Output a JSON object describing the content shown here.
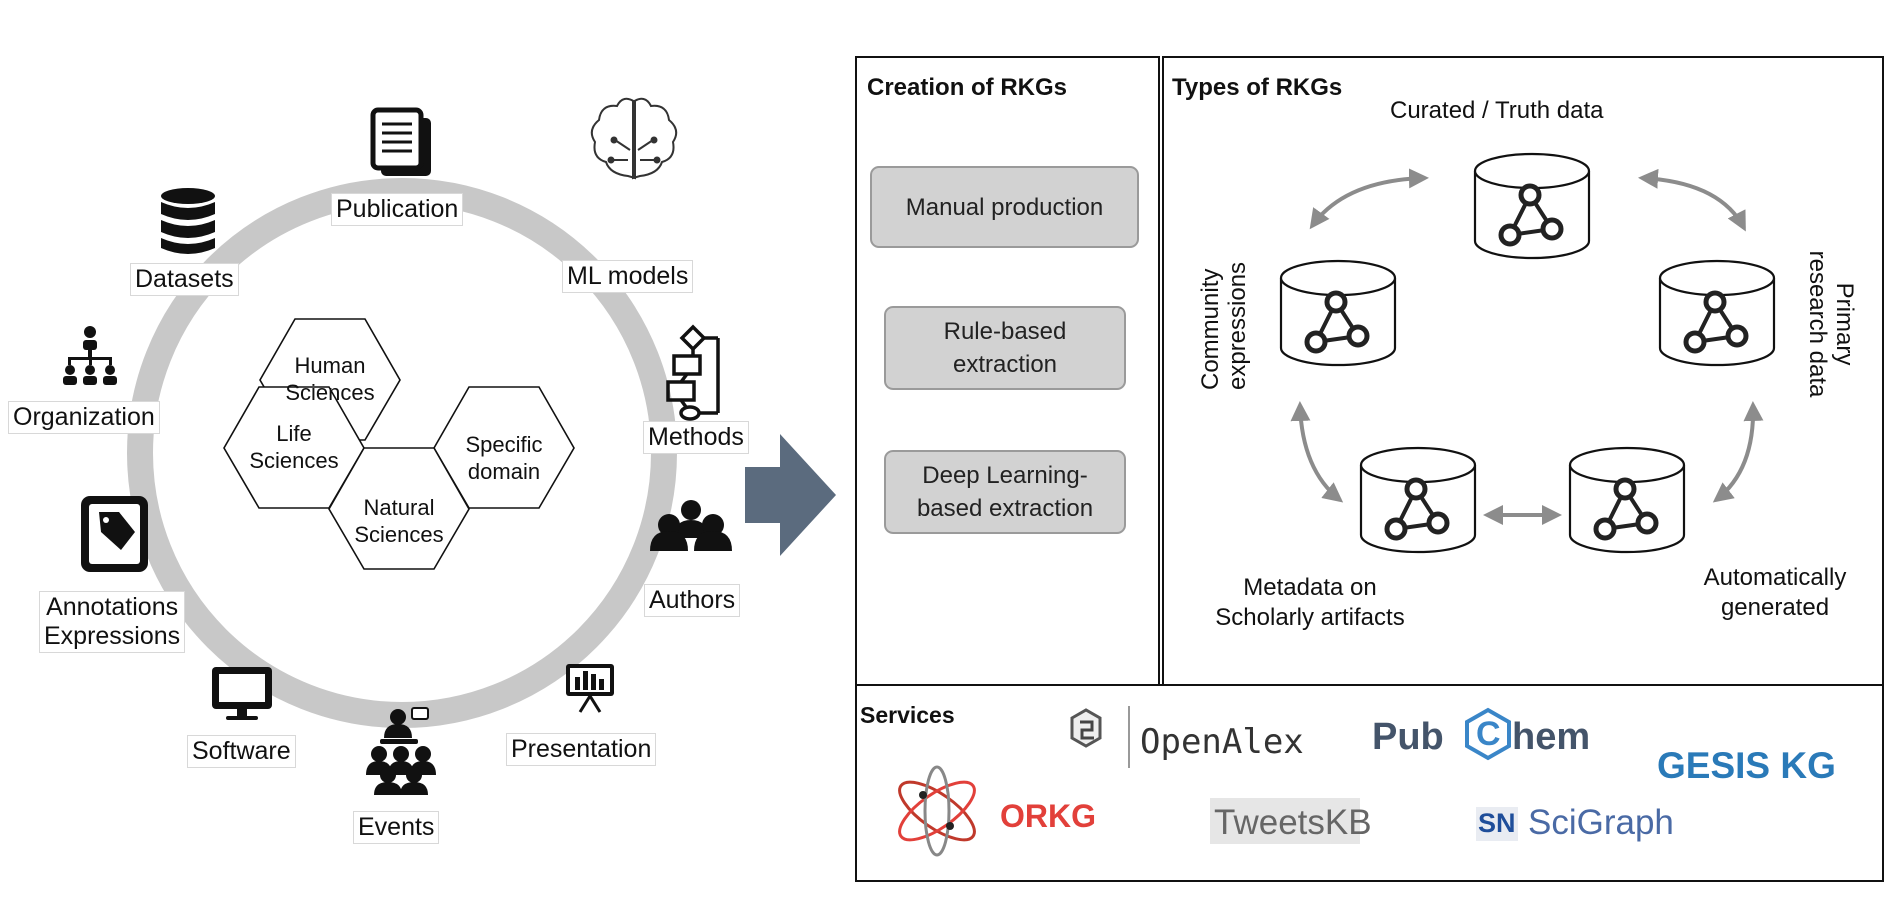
{
  "left": {
    "hexagons": {
      "human": [
        "Human",
        "Sciences"
      ],
      "life": [
        "Life",
        "Sciences"
      ],
      "specific": [
        "Specific",
        "domain"
      ],
      "natural": [
        "Natural",
        "Sciences"
      ]
    },
    "artifacts": {
      "publication": "Publication",
      "datasets": "Datasets",
      "ml_models": "ML models",
      "organization": "Organization",
      "methods": "Methods",
      "annotations": [
        "Annotations",
        "Expressions"
      ],
      "authors": "Authors",
      "software": "Software",
      "presentation": "Presentation",
      "events": "Events"
    }
  },
  "creation": {
    "title": "Creation of RKGs",
    "methods": [
      "Manual production",
      "Rule-based extraction",
      "Deep Learning-based extraction"
    ]
  },
  "types": {
    "title": "Types of RKGs",
    "curated": "Curated / Truth data",
    "community": [
      "Community",
      "expressions"
    ],
    "primary": [
      "Primary",
      "research data"
    ],
    "metadata": [
      "Metadata on",
      "Scholarly artifacts"
    ],
    "automatic": [
      "Automatically",
      "generated"
    ]
  },
  "services": {
    "title": "Services",
    "openalex": "OpenAlex",
    "pubchem_left": "Pub",
    "pubchem_c": "C",
    "pubchem_right": "hem",
    "gesis": "GESIS KG",
    "orkg": "ORKG",
    "tweetskb": "TweetsKB",
    "sn_badge": "SN",
    "scigraph": "SciGraph"
  },
  "colors": {
    "ring": "#c8c8c8",
    "arrow": "#5b6b7e",
    "method_fill": "#d2d2d2",
    "curve_arrow": "#8c8c8c",
    "pubchem": "#44546a",
    "pubchem_c": "#3a86c8",
    "gesis": "#2a7ab8",
    "orkg": "#e2403a",
    "sn_blue": "#1f4e9a",
    "sn_red": "#d63a2f"
  }
}
